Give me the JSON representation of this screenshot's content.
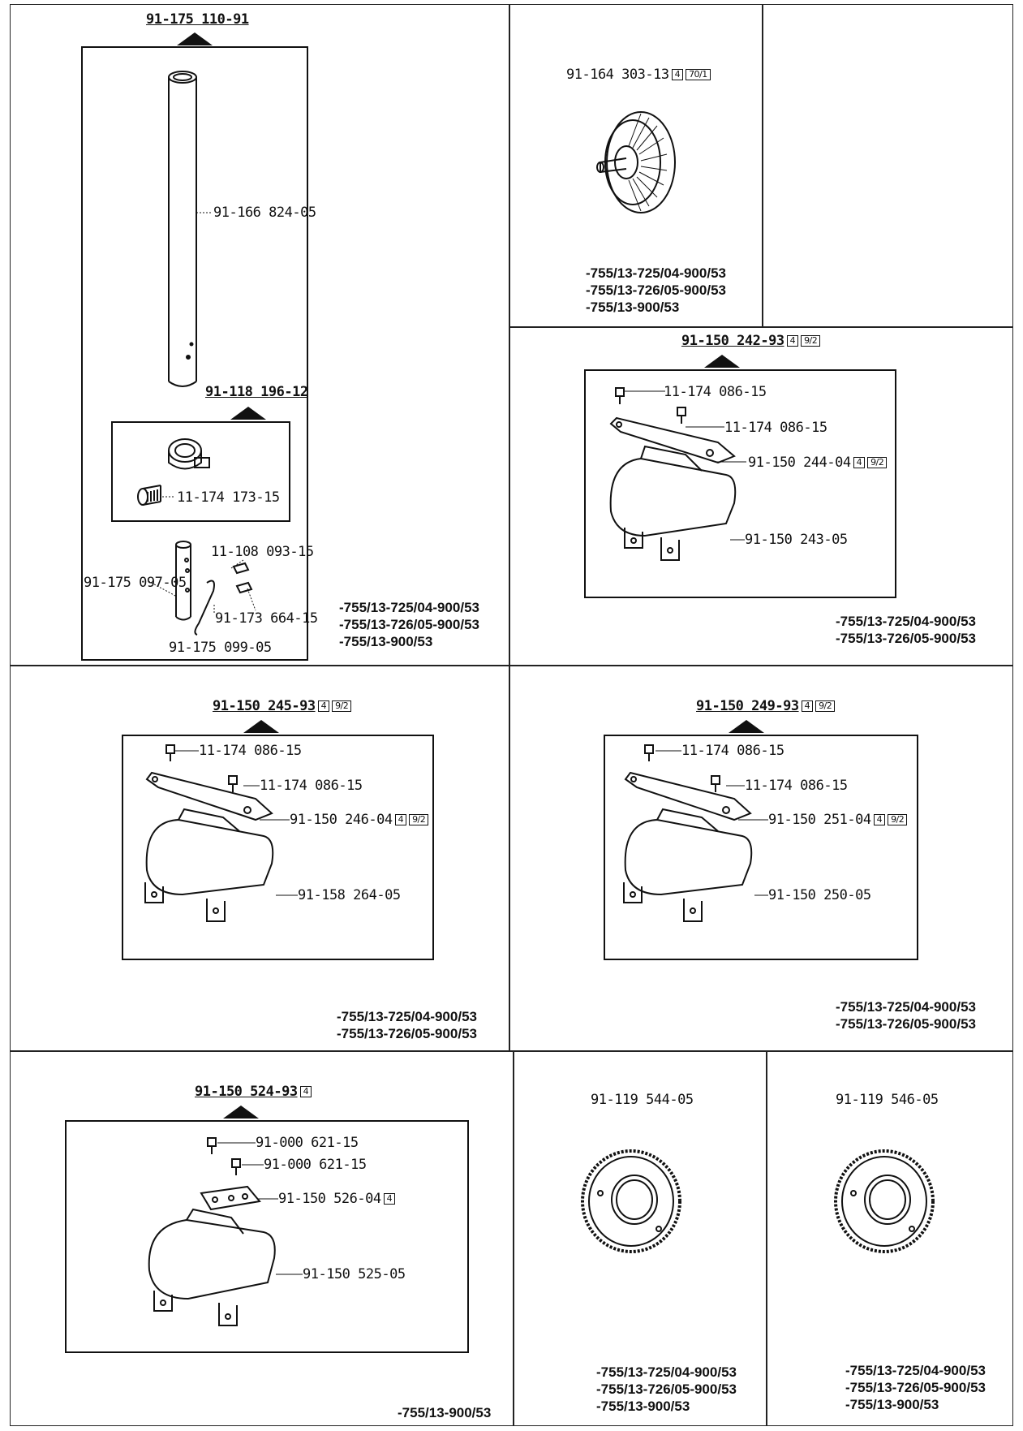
{
  "cells": {
    "c1": {
      "header": "91-175 110-91",
      "labels": {
        "tube": "91-166 824-05",
        "subassembly": "91-118 196-12",
        "clamp_screw": "11-174 173-15",
        "screw_a": "11-108 093-15",
        "pin": "91-175 097-05",
        "screw_b": "91-173 664-15",
        "spring_clip": "91-175 099-05"
      },
      "models": [
        "-755/13-725/04-900/53",
        "-755/13-726/05-900/53",
        "-755/13-900/53"
      ]
    },
    "c2": {
      "part": "91-164 303-13",
      "badges": [
        "4",
        "70/1"
      ],
      "models": [
        "-755/13-725/04-900/53",
        "-755/13-726/05-900/53",
        "-755/13-900/53"
      ]
    },
    "c3": {
      "header": "91-150 242-93",
      "badges": [
        "4",
        "9/2"
      ],
      "labels": {
        "screw1": "11-174 086-15",
        "screw2": "11-174 086-15",
        "plate": "91-150 244-04",
        "body": "91-150 243-05"
      },
      "plate_badges": [
        "4",
        "9/2"
      ],
      "models": [
        "-755/13-725/04-900/53",
        "-755/13-726/05-900/53"
      ]
    },
    "c4": {
      "header": "91-150 245-93",
      "badges": [
        "4",
        "9/2"
      ],
      "labels": {
        "screw1": "11-174 086-15",
        "screw2": "11-174 086-15",
        "plate": "91-150 246-04",
        "body": "91-158 264-05"
      },
      "plate_badges": [
        "4",
        "9/2"
      ],
      "models": [
        "-755/13-725/04-900/53",
        "-755/13-726/05-900/53"
      ]
    },
    "c5": {
      "header": "91-150 249-93",
      "badges": [
        "4",
        "9/2"
      ],
      "labels": {
        "screw1": "11-174 086-15",
        "screw2": "11-174 086-15",
        "plate": "91-150 251-04",
        "body": "91-150 250-05"
      },
      "plate_badges": [
        "4",
        "9/2"
      ],
      "models": [
        "-755/13-725/04-900/53",
        "-755/13-726/05-900/53"
      ]
    },
    "c6": {
      "header": "91-150 524-93",
      "badges": [
        "4"
      ],
      "labels": {
        "screw1": "91-000 621-15",
        "screw2": "91-000 621-15",
        "plate": "91-150 526-04",
        "body": "91-150 525-05"
      },
      "plate_badges": [
        "4"
      ],
      "models": [
        "-755/13-900/53"
      ]
    },
    "c7": {
      "part": "91-119 544-05",
      "models": [
        "-755/13-725/04-900/53",
        "-755/13-726/05-900/53",
        "-755/13-900/53"
      ]
    },
    "c8": {
      "part": "91-119 546-05",
      "models": [
        "-755/13-725/04-900/53",
        "-755/13-726/05-900/53",
        "-755/13-900/53"
      ]
    }
  }
}
